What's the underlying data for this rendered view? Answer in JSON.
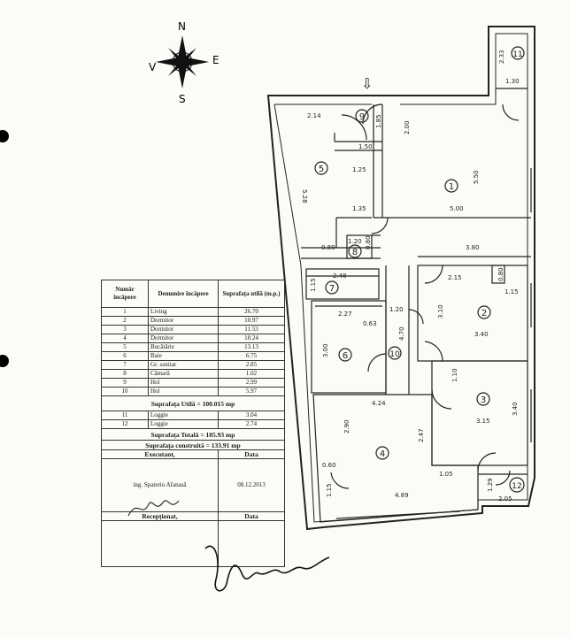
{
  "compass": {
    "n": "N",
    "s": "S",
    "e": "E",
    "v": "V"
  },
  "table": {
    "headers": [
      "Număr încăpere",
      "Denumire încăpere",
      "Suprafața utilă (m.p.)"
    ],
    "rooms": [
      {
        "nr": "1",
        "name": "Living",
        "area": "26.70"
      },
      {
        "nr": "2",
        "name": "Dormitor",
        "area": "10.97"
      },
      {
        "nr": "3",
        "name": "Dormitor",
        "area": "11.53"
      },
      {
        "nr": "4",
        "name": "Dormitor",
        "area": "18.24"
      },
      {
        "nr": "5",
        "name": "Bucătărie",
        "area": "13.13"
      },
      {
        "nr": "6",
        "name": "Baie",
        "area": "6.75"
      },
      {
        "nr": "7",
        "name": "Gr. sanitar",
        "area": "2.85"
      },
      {
        "nr": "8",
        "name": "Cămară",
        "area": "1.02"
      },
      {
        "nr": "9",
        "name": "Hol",
        "area": "2.99"
      },
      {
        "nr": "10",
        "name": "Hol",
        "area": "5.97"
      }
    ],
    "useful_total": "Suprafața Utilă = 100.015 mp",
    "loggias": [
      {
        "nr": "11",
        "name": "Loggie",
        "area": "3.04"
      },
      {
        "nr": "12",
        "name": "Loggie",
        "area": "2.74"
      }
    ],
    "total": "Suprafața Totală = 105.93 mp",
    "built": "Suprafața construită = 133.91 mp",
    "executant_label": "Executant,",
    "date_label": "Data",
    "engineer": "ing. Spateriu Afanasă",
    "date": "08.12.2013",
    "receptionat_label": "Recepționat,",
    "date_label2": "Data"
  },
  "plan": {
    "room_numbers": [
      "1",
      "2",
      "3",
      "4",
      "5",
      "6",
      "7",
      "8",
      "9",
      "10",
      "11",
      "12"
    ],
    "dims": {
      "d214": "2.14",
      "d185": "1.85",
      "d200": "2.00",
      "d150": "1.50",
      "d125": "1.25",
      "d528": "5.28",
      "d550": "5.50",
      "d135": "1.35",
      "d500": "5.00",
      "d233": "2.33",
      "d130": "1.30",
      "d089": "0.89",
      "d120a": "1.20",
      "d080a": "0.80",
      "d380": "3.80",
      "d248": "2.48",
      "d115a": "1.15",
      "d215": "2.15",
      "d080b": "0.80",
      "d115b": "1.15",
      "d227": "2.27",
      "d120b": "1.20",
      "d063": "0.63",
      "d470": "4.70",
      "d310": "3.10",
      "d340a": "3.40",
      "d300": "3.00",
      "d110": "1.10",
      "d424": "4.24",
      "d315": "3.15",
      "d340b": "3.40",
      "d290": "2.90",
      "d247": "2.47",
      "d060": "0.60",
      "d105": "1.05",
      "d115c": "1.15",
      "d489": "4.89",
      "d129": "1.29",
      "d205": "2.05"
    },
    "entrance_arrow": "⇩"
  },
  "colors": {
    "ink": "#222222",
    "paper": "#fbfbf8",
    "punch": "#000000"
  }
}
